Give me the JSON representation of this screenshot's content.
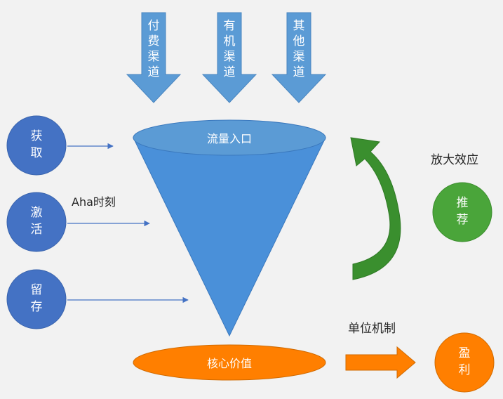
{
  "channels": [
    {
      "label": "付费渠道"
    },
    {
      "label": "有机渠道"
    },
    {
      "label": "其他渠道"
    }
  ],
  "funnel": {
    "top_label": "流量入口",
    "bottom_label": "核心价值"
  },
  "stages": [
    {
      "label": "获取"
    },
    {
      "label": "激活"
    },
    {
      "label": "留存"
    }
  ],
  "aha_label": "Aha时刻",
  "recommend": {
    "label": "推荐",
    "effect_label": "放大效应"
  },
  "profit": {
    "label": "盈利",
    "mechanism_label": "单位机制"
  },
  "colors": {
    "blue_arrow": "#5b9bd5",
    "funnel": "#4a90d9",
    "circle_blue": "#4472c4",
    "orange": "#ff7f00",
    "green": "#4aa53a",
    "green_arrow": "#3a8f2e",
    "thin_arrow": "#4472c4",
    "text_dark": "#262626",
    "text_light": "#ffffff",
    "background": "#f2f2f2"
  }
}
